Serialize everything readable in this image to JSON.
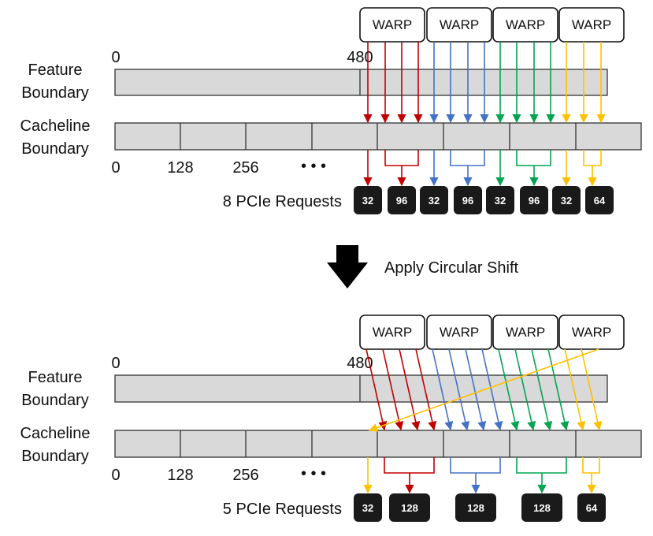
{
  "colors": {
    "warp_1": "#c00000",
    "warp_2": "#4472c4",
    "warp_3": "#00a550",
    "warp_4": "#ffc000",
    "bar_fill": "#d9d9d9",
    "badge_fill": "#1a1a1a"
  },
  "warp_label": "WARP",
  "cacheline_ticks": [
    "0",
    "128",
    "256"
  ],
  "ellipsis": "• • •",
  "top": {
    "feature_label": "Feature Boundary",
    "cacheline_label": "Cacheline Boundary",
    "feature_start": "0",
    "feature_offset": "480",
    "requests_caption": "8 PCIe Requests",
    "requests": [
      "32",
      "96",
      "32",
      "96",
      "32",
      "96",
      "32",
      "64"
    ]
  },
  "transition": {
    "label": "Apply Circular Shift",
    "arrow_icon": "down-arrow-icon"
  },
  "bottom": {
    "feature_label": "Feature Boundary",
    "cacheline_label": "Cacheline Boundary",
    "feature_start": "0",
    "feature_offset": "480",
    "requests_caption": "5 PCIe Requests",
    "requests": [
      "32",
      "128",
      "128",
      "128",
      "64"
    ]
  }
}
